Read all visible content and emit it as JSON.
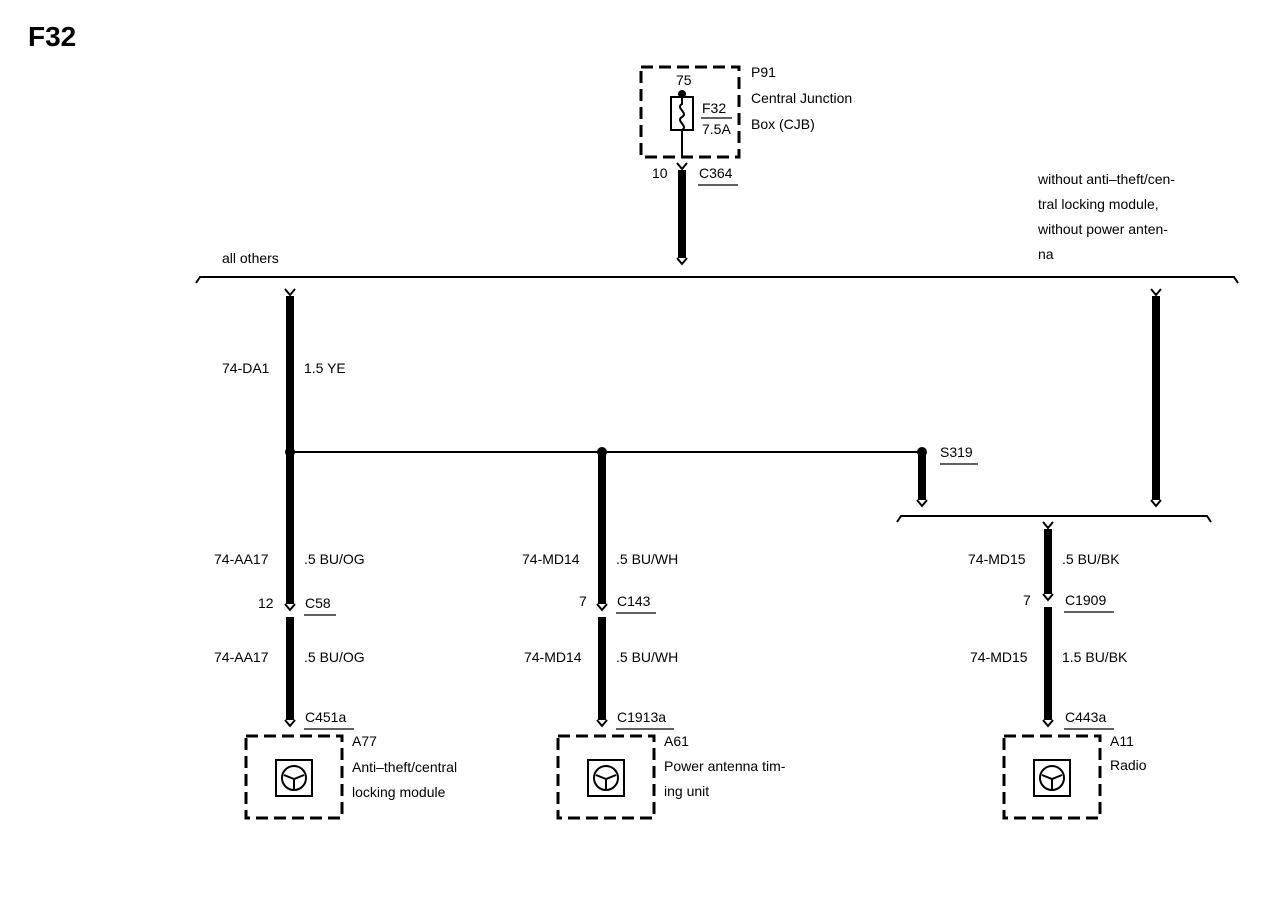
{
  "page_title": "F32",
  "cjb": {
    "id": "P91",
    "name_line1": "Central Junction",
    "name_line2": "Box (CJB)",
    "pin": "75",
    "fuse": "F32",
    "rating": "7.5A"
  },
  "c364": {
    "pin": "10",
    "connector": "C364"
  },
  "bus_left_label": "all others",
  "bus_right_label": [
    "without anti–theft/cen-",
    "tral locking module,",
    "without power anten-",
    "na"
  ],
  "trunk": {
    "circuit": "74-DA1",
    "wire": "1.5 YE"
  },
  "splice": "S319",
  "branches": [
    {
      "circuit_top": "74-AA17",
      "wire_top": ".5 BU/OG",
      "pin": "12",
      "connector": "C58",
      "circuit_bottom": "74-AA17",
      "wire_bottom": ".5 BU/OG",
      "module_connector": "C451a",
      "module_id": "A77",
      "module_name": [
        "Anti–theft/central",
        "locking module"
      ]
    },
    {
      "circuit_top": "74-MD14",
      "wire_top": ".5 BU/WH",
      "pin": "7",
      "connector": "C143",
      "circuit_bottom": "74-MD14",
      "wire_bottom": ".5 BU/WH",
      "module_connector": "C1913a",
      "module_id": "A61",
      "module_name": [
        "Power antenna tim-",
        "ing unit"
      ]
    },
    {
      "circuit_top": "74-MD15",
      "wire_top": ".5 BU/BK",
      "pin": "7",
      "connector": "C1909",
      "circuit_bottom": "74-MD15",
      "wire_bottom": "1.5 BU/BK",
      "module_connector": "C443a",
      "module_id": "A11",
      "module_name": [
        "Radio"
      ]
    }
  ]
}
